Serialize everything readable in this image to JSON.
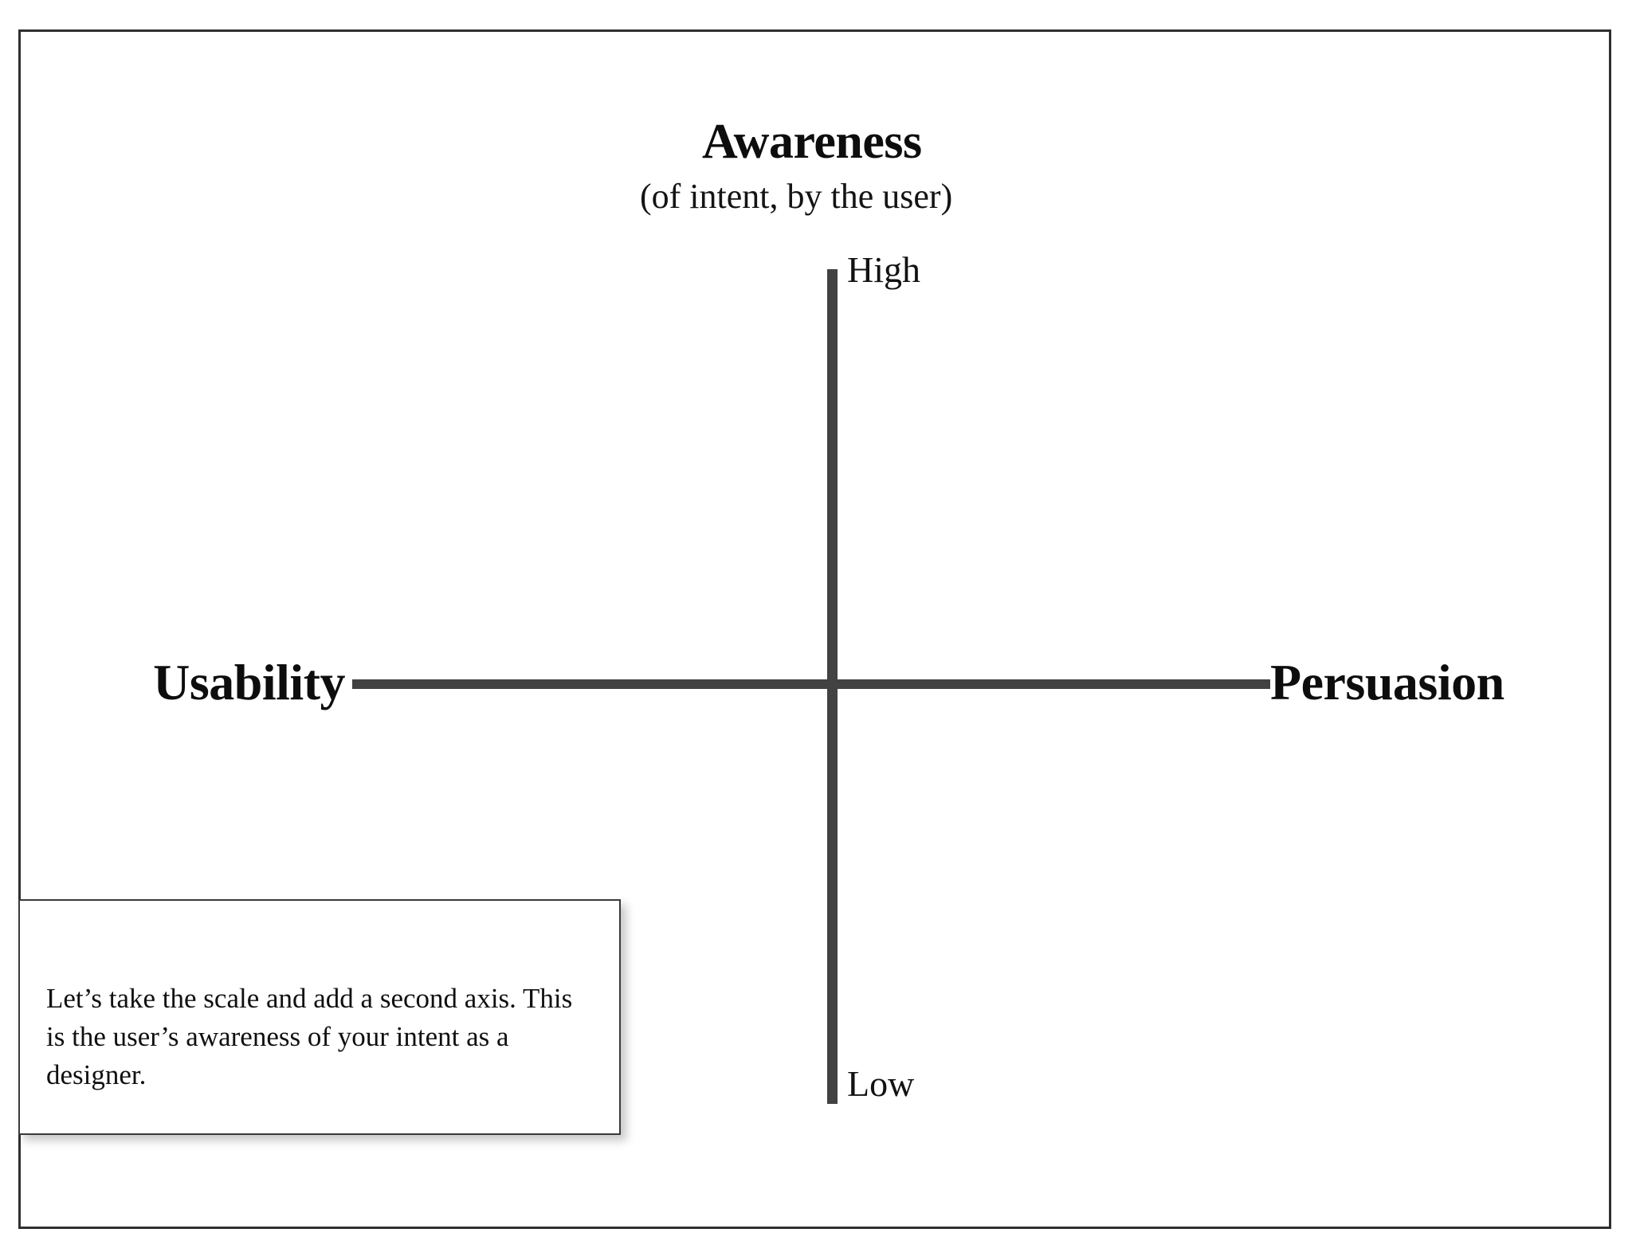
{
  "slide": {
    "background_color": "#ffffff",
    "border_color": "#2f2f2f"
  },
  "chart_data": {
    "type": "scatter",
    "title": "Awareness",
    "subtitle": "(of intent, by the user)",
    "xlabel": "",
    "ylabel": "Awareness (of intent, by the user)",
    "grid": false,
    "legend": null,
    "series": [],
    "values": [],
    "categories": [],
    "axes": {
      "vertical": {
        "name": "Awareness",
        "qualifier": "(of intent, by the user)",
        "top_tick": "High",
        "bottom_tick": "Low",
        "color": "#424242"
      },
      "horizontal": {
        "left_pole": "Usability",
        "right_pole": "Persuasion",
        "color": "#424242"
      }
    },
    "annotations": [
      "Let’s take the scale and add a second axis. This is the user’s awareness of your intent as a designer."
    ]
  },
  "axes": {
    "vertical": {
      "title": "Awareness",
      "subtitle": "(of intent, by the user)",
      "high_label": "High",
      "low_label": "Low"
    },
    "horizontal": {
      "left_label": "Usability",
      "right_label": "Persuasion"
    }
  },
  "caption": {
    "text": "Let’s take the scale and add a second axis. This is the user’s awareness of your intent as a designer."
  }
}
